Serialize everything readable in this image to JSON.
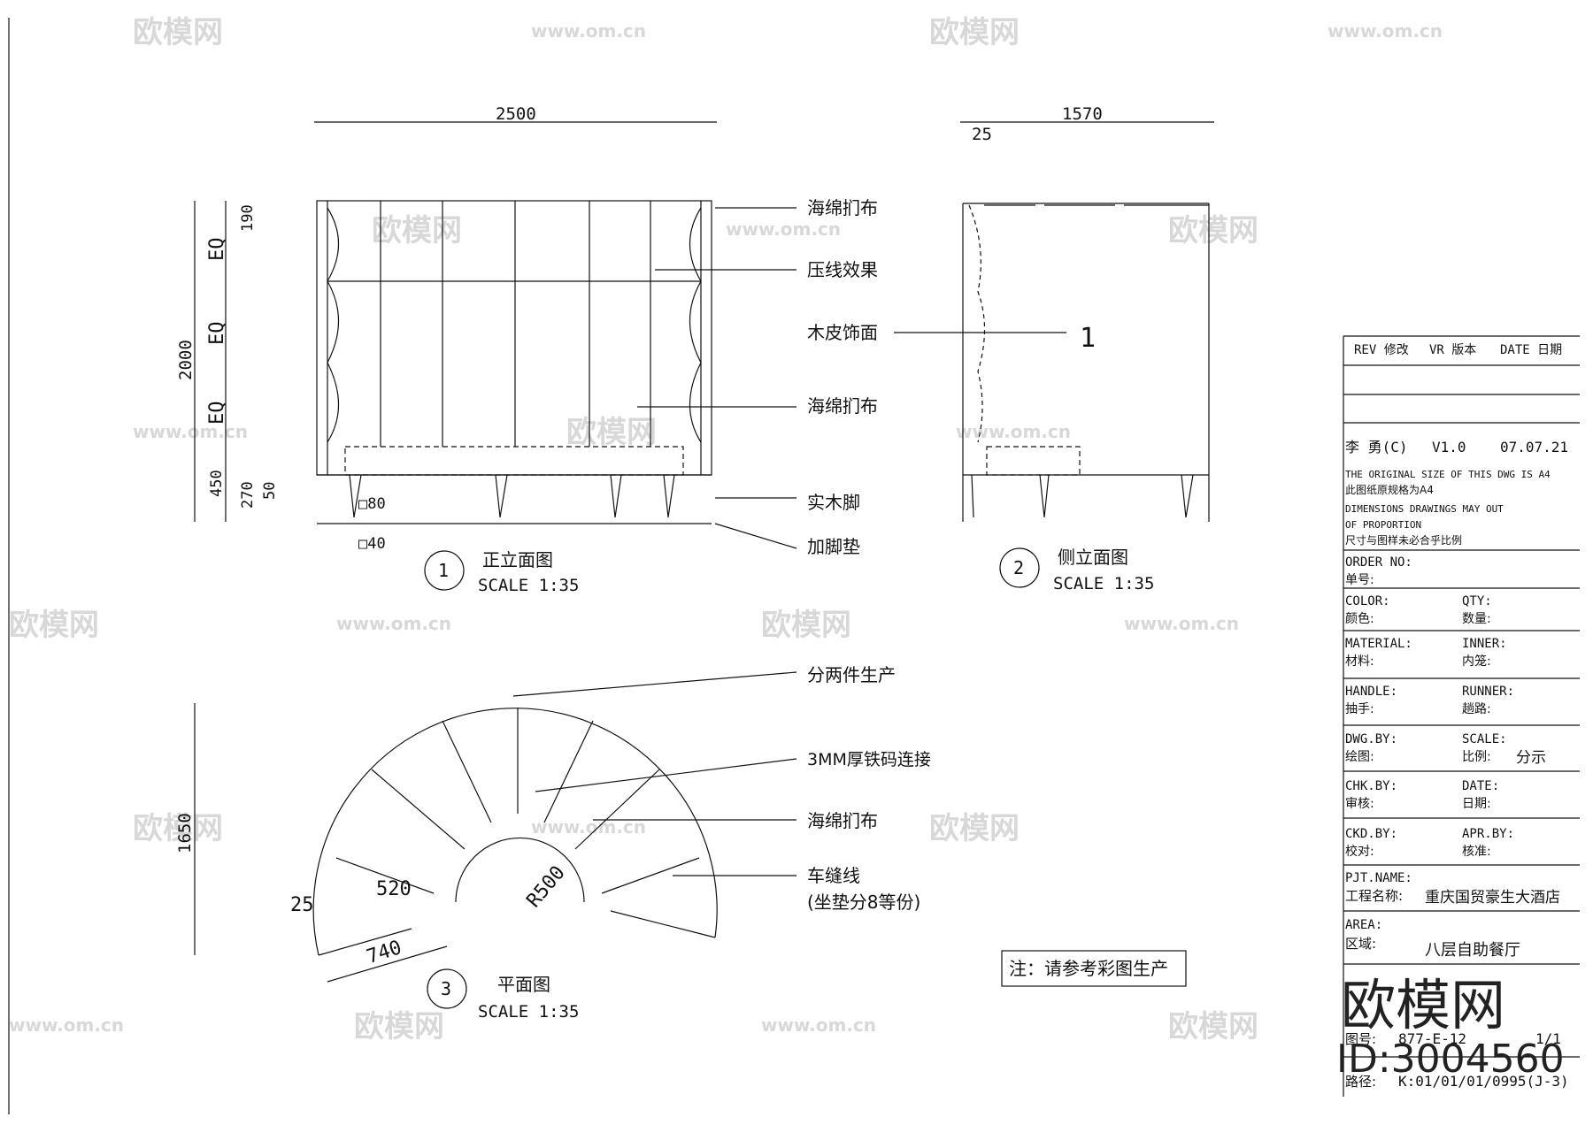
{
  "dims": {
    "front_width": "2500",
    "side_width": "1570",
    "front_height": "2000",
    "eq": "EQ",
    "d190": "190",
    "d450": "450",
    "d270": "270",
    "d50": "50",
    "d80": "□80",
    "d40": "□40",
    "d25a": "25",
    "d1650": "1650",
    "d520": "520",
    "d740": "740",
    "d25b": "25",
    "r500": "R500"
  },
  "labels": {
    "l1": "海绵扪布",
    "l2": "压线效果",
    "l3": "木皮饰面",
    "l4": "海绵扪布",
    "l5": "实木脚",
    "l6": "加脚垫",
    "l7": "分两件生产",
    "l8": "3MM厚铁码连接",
    "l9": "海绵扪布",
    "l10": "车缝线",
    "l11": "(坐垫分8等份)",
    "side_mark": "1"
  },
  "views": {
    "v1": {
      "num": "1",
      "title": "正立面图",
      "scale": "SCALE 1:35"
    },
    "v2": {
      "num": "2",
      "title": "侧立面图",
      "scale": "SCALE 1:35"
    },
    "v3": {
      "num": "3",
      "title": "平面图",
      "scale": "SCALE 1:35"
    }
  },
  "note": "注：请参考彩图生产",
  "titleblock": {
    "rev": "REV 修改",
    "vr": "VR 版本",
    "date": "DATE 日期",
    "author": "李 勇(C)",
    "version": "V1.0",
    "rev_date": "07.07.21",
    "n1": "THE ORIGINAL SIZE OF THIS DWG IS A4",
    "n2": "此图纸原规格为A4",
    "n3": "DIMENSIONS DRAWINGS MAY OUT",
    "n4": "OF PROPORTION",
    "n5": "尺寸与图样未必合乎比例",
    "order_en": "ORDER NO:",
    "order_cn": "单号:",
    "color_en": "COLOR:",
    "color_cn": "颜色:",
    "qty_en": "QTY:",
    "qty_cn": "数量:",
    "mat_en": "MATERIAL:",
    "mat_cn": "材料:",
    "inner_en": "INNER:",
    "inner_cn": "内笼:",
    "handle_en": "HANDLE:",
    "handle_cn": "抽手:",
    "runner_en": "RUNNER:",
    "runner_cn": "趟路:",
    "dwg_en": "DWG.BY:",
    "dwg_cn": "绘图:",
    "scale_en": "SCALE:",
    "scale_cn": "比例:",
    "scale_val": "分示",
    "chk_en": "CHK.BY:",
    "chk_cn": "审核:",
    "date_en": "DATE:",
    "date_cn": "日期:",
    "ckd_en": "CKD.BY:",
    "ckd_cn": "校对:",
    "apr_en": "APR.BY:",
    "apr_cn": "核准:",
    "pjt_en": "PJT.NAME:",
    "pjt_cn": "工程名称:",
    "pjt_val": "重庆国贸豪生大酒店",
    "area_en": "AREA:",
    "area_cn": "区域:",
    "area_val": "八层自助餐厅",
    "dno_cn": "图号:",
    "dno_val": "877-E-12",
    "sheet": "1/1",
    "path_cn": "路径:",
    "path_val": "K:01/01/01/0995(J-3)"
  },
  "watermark": {
    "brand": "欧模网",
    "url": "www.om.cn",
    "big": "欧模网",
    "id": "ID:3004560"
  }
}
